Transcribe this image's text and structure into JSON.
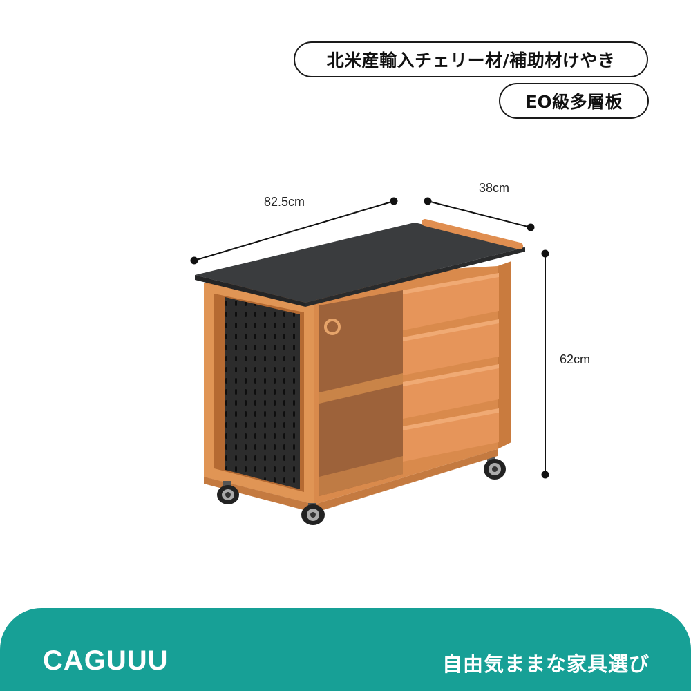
{
  "tags": {
    "material": "北米産輸入チェリー材/補助材けやき",
    "board": "EO級多層板"
  },
  "dimensions": {
    "width": "82.5cm",
    "depth": "38cm",
    "height": "62cm"
  },
  "footer": {
    "brand": "CAGUUU",
    "tagline": "自由気ままな家具選び"
  },
  "colors": {
    "footer_bg": "#17a096",
    "wood": "#d98a4c",
    "top": "#3a3c3e",
    "pegboard": "#2c2c2c"
  }
}
